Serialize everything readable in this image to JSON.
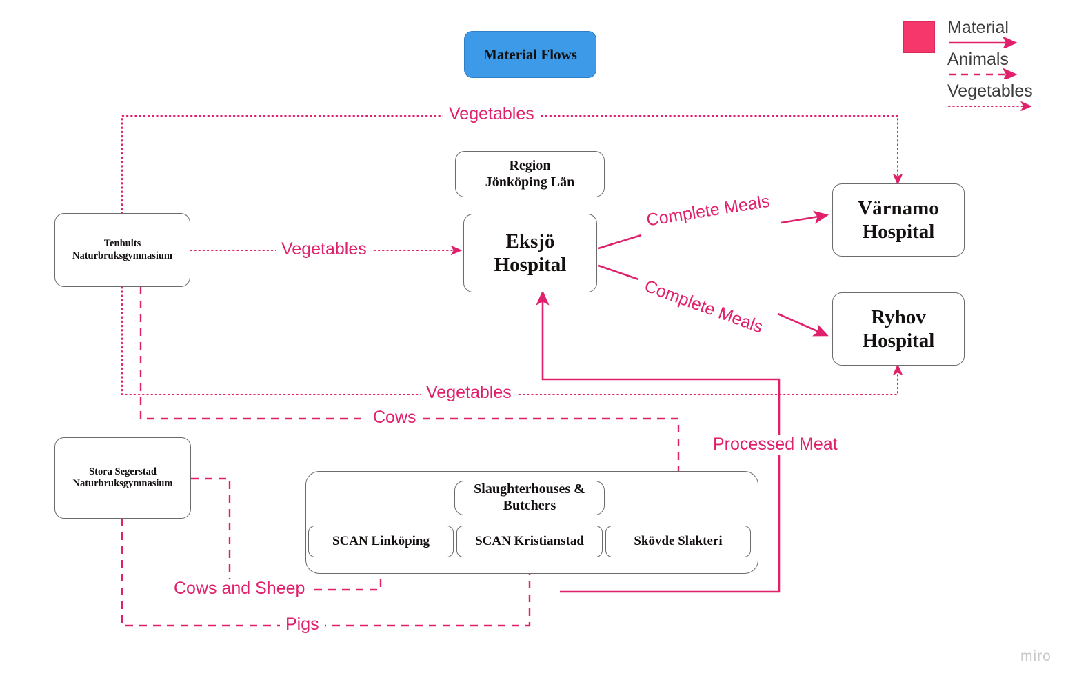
{
  "title": {
    "label": "Material Flows"
  },
  "legend": {
    "swatch_color": "#f5376b",
    "items": [
      {
        "label": "Material",
        "style": "solid",
        "icon": "solid-arrow-icon"
      },
      {
        "label": "Animals",
        "style": "dashed",
        "icon": "dashed-arrow-icon"
      },
      {
        "label": "Vegetables",
        "style": "dotted",
        "icon": "dotted-arrow-icon"
      }
    ]
  },
  "nodes": {
    "tenhults": {
      "label": "Tenhults\nNaturbruksgymnasium"
    },
    "stora_segerstad": {
      "label": "Stora Segerstad\nNaturbruksgymnasium"
    },
    "region": {
      "label": "Region\nJönköping Län"
    },
    "eksjo": {
      "label": "Eksjö\nHospital"
    },
    "varnamo": {
      "label": "Värnamo\nHospital"
    },
    "ryhov": {
      "label": "Ryhov\nHospital"
    },
    "slaughterhouses": {
      "label": "Slaughterhouses &\nButchers"
    },
    "scan_linkoping": {
      "label": "SCAN Linköping"
    },
    "scan_kristianstad": {
      "label": "SCAN Kristianstad"
    },
    "skovde": {
      "label": "Skövde Slakteri"
    }
  },
  "edge_labels": {
    "veg_top": "Vegetables",
    "veg_mid": "Vegetables",
    "veg_lower": "Vegetables",
    "complete_meals_1": "Complete Meals",
    "complete_meals_2": "Complete Meals",
    "cows": "Cows",
    "cows_and_sheep": "Cows and Sheep",
    "pigs": "Pigs",
    "processed_meat": "Processed Meat"
  },
  "watermark": {
    "label": "miro"
  },
  "colors": {
    "accent_pink": "#e0206b",
    "legend_swatch": "#f5376b",
    "title_blue": "#3d9ae8",
    "node_border": "#6b6b6b"
  }
}
